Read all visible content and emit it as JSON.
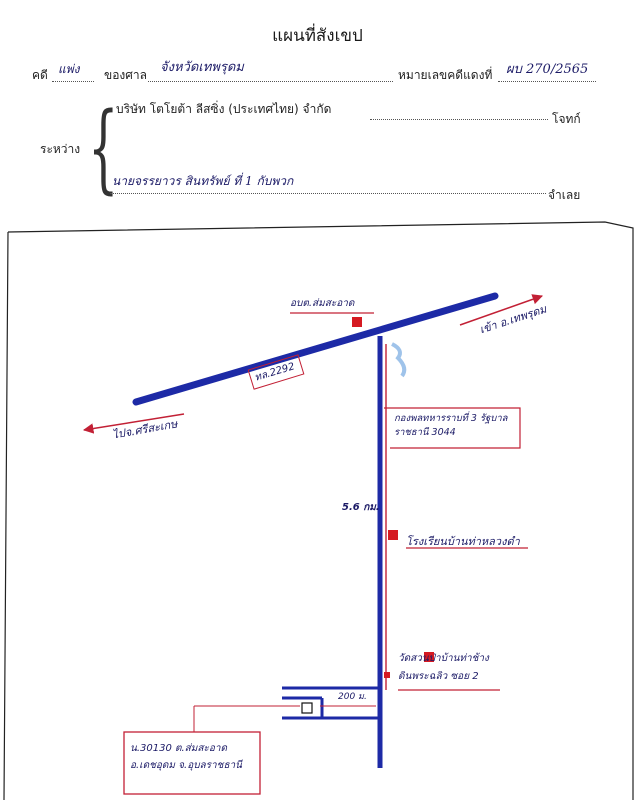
{
  "header": {
    "title": "แผนที่สังเขป",
    "case_label": "คดี",
    "case_type": "แพ่ง",
    "court_label": "ของศาล",
    "court_name": "จังหวัดเทพรุดม",
    "red_no_label": "หมายเลขคดีแดงที่",
    "red_no": "ผบ 270/2565"
  },
  "parties": {
    "between_label": "ระหว่าง",
    "plaintiff": "บริษัท โตโยต้า ลีสซิ่ง (ประเทศไทย) จำกัด",
    "plaintiff_role": "โจทก์",
    "defendant": "นายจรรยาวร สินทรัพย์ ที่ 1 กับพวก",
    "defendant_role": "จำเลย"
  },
  "map": {
    "hwy_label": "ทล.2292",
    "office_label": "อบต.ส่มสะอาด",
    "to_city": "เข้า อ.เทพรุดม",
    "to_province": "ไปจ.ศรีสะเกษ",
    "police_label": "กองพลทหารราบที่ 3 รัฐบาลราชธานี 3044",
    "distance_label": "5.6 กม.",
    "school_label": "โรงเรียนบ้านท่าหลวงดำ",
    "temple_label": "วัดสวนป่าบ้านท่าช้าง ดินพระฉลิว ซอย 2",
    "short_distance": "200 ม.",
    "parcel_label": "น.30130 ต.ส่มสะอาด อ.เดชอุดม จ.อุบลราชธานี",
    "colors": {
      "road": "#1d2aa6",
      "marker": "#d51a22",
      "red_line": "#c22035",
      "hand_ink": "#1b1a66"
    }
  }
}
